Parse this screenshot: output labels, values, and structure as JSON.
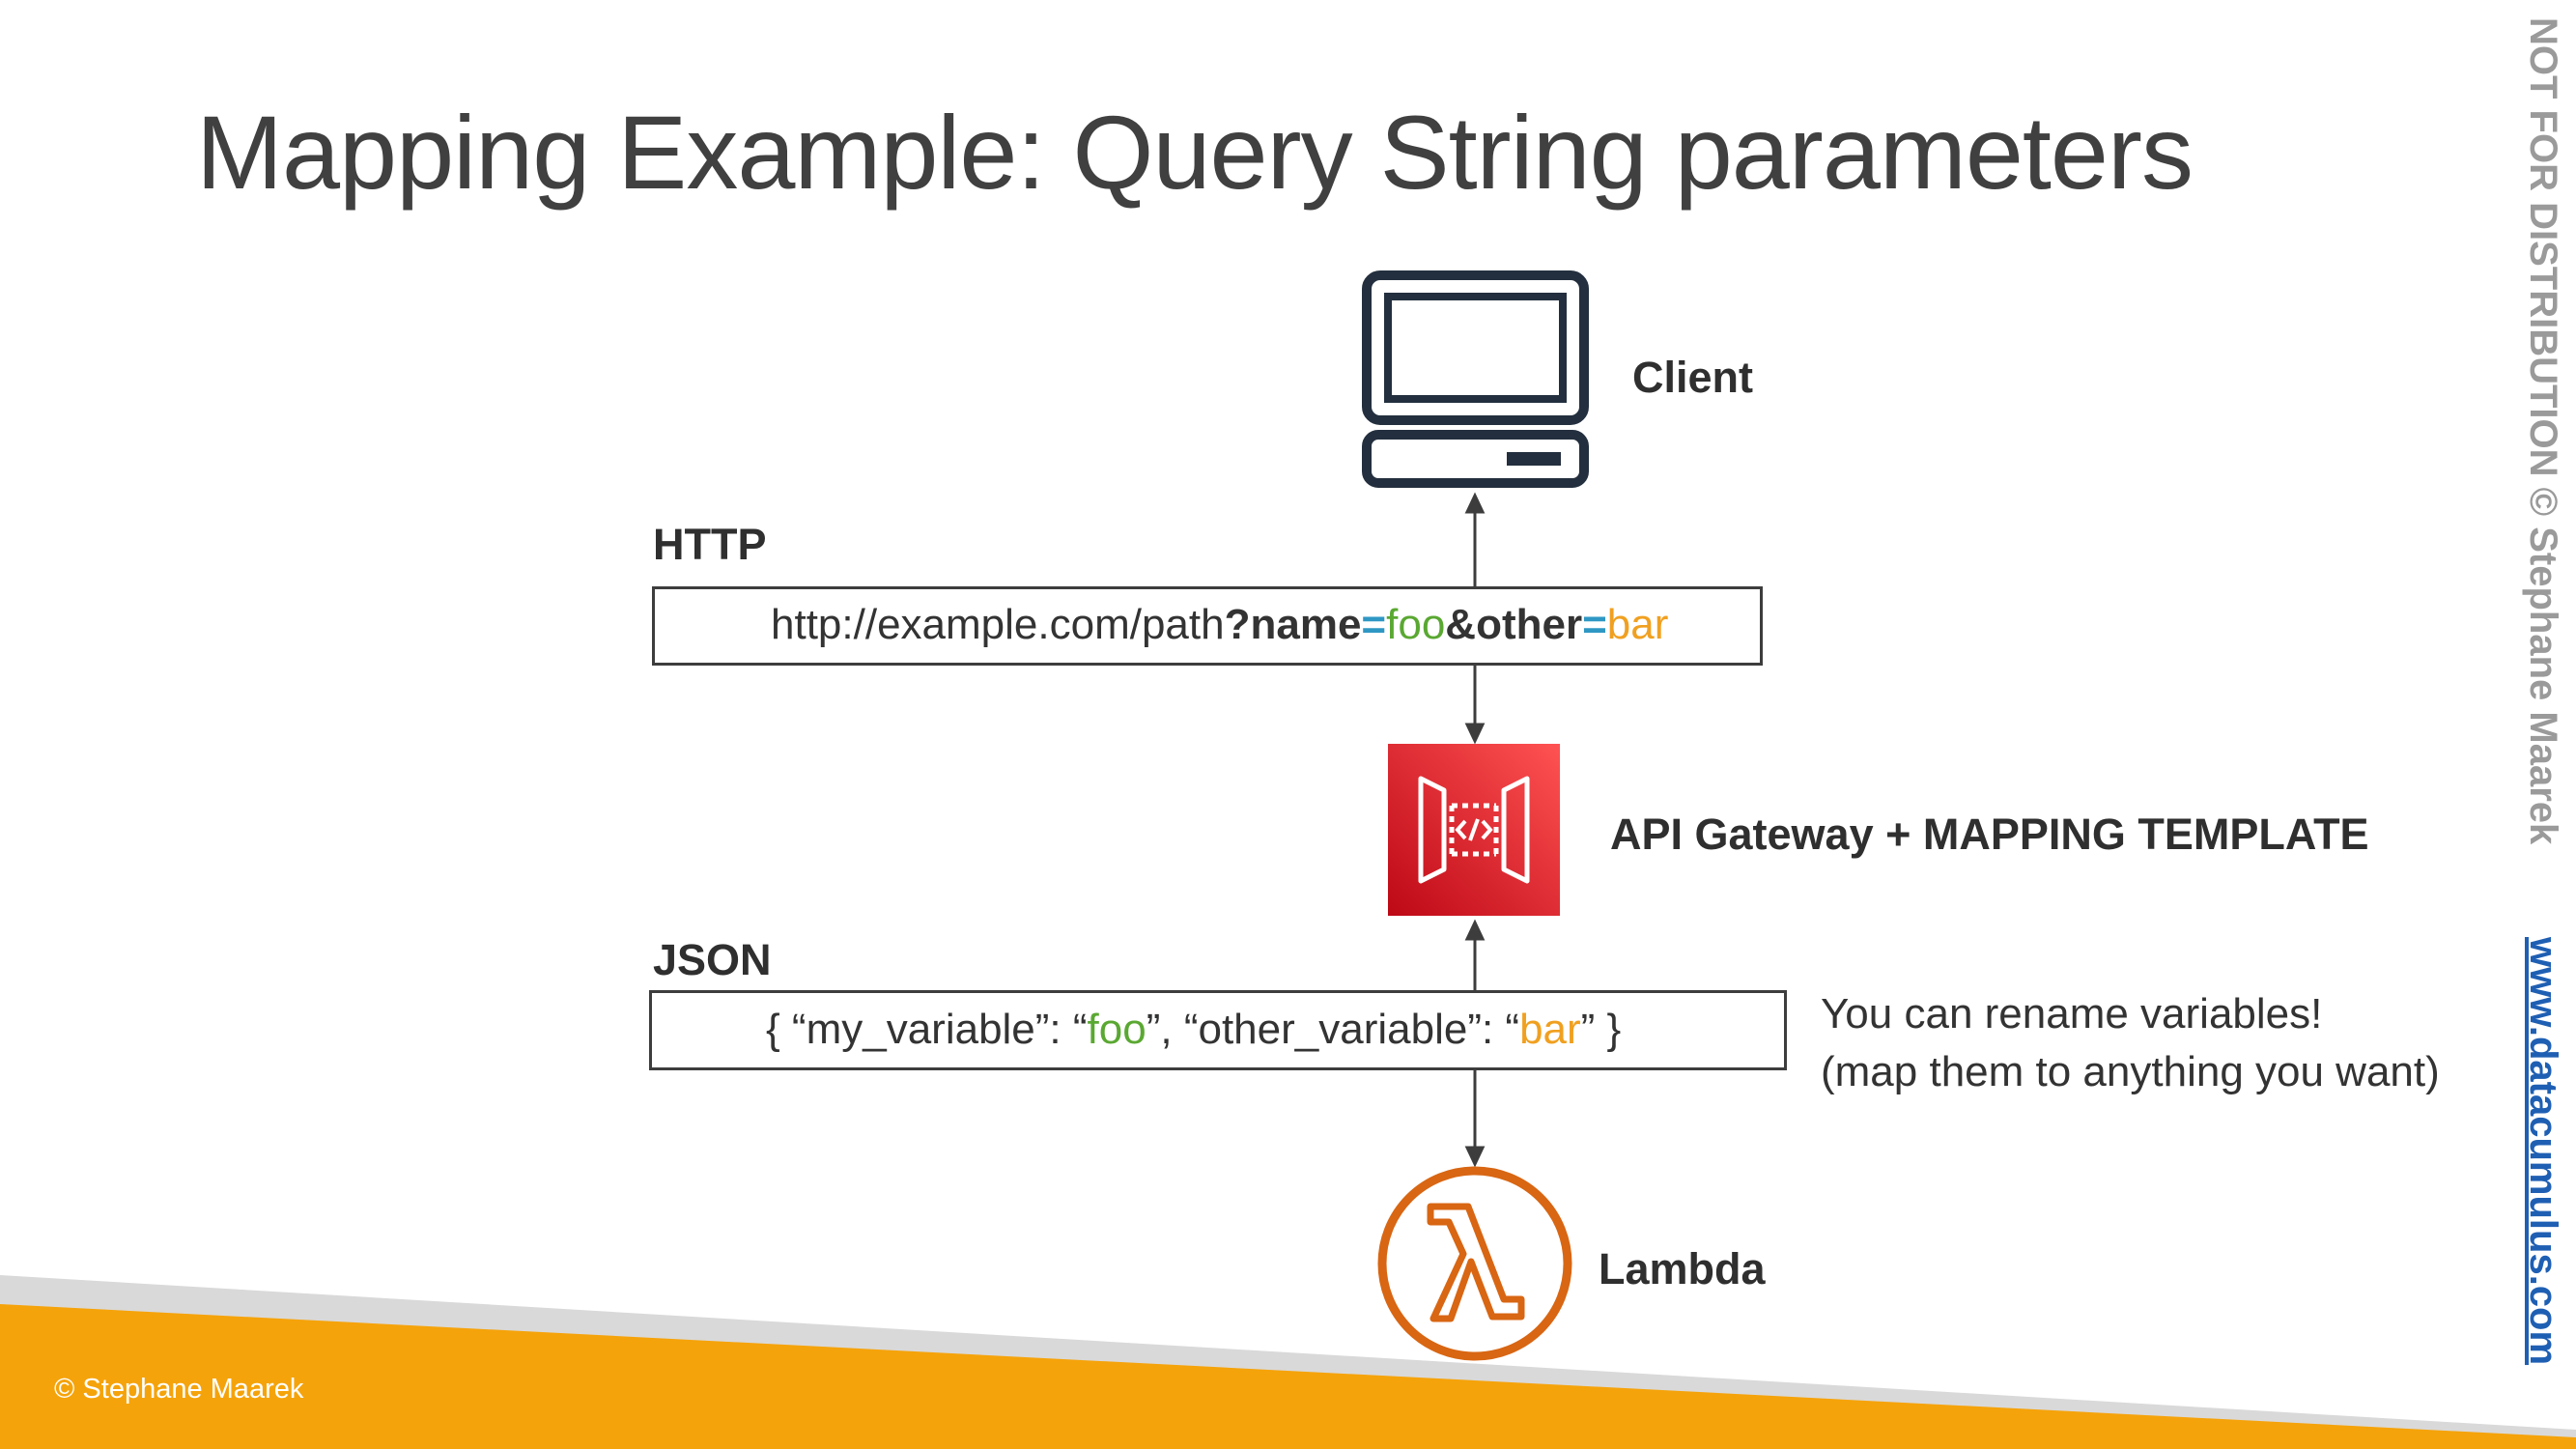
{
  "slide": {
    "title": "Mapping Example: Query String parameters",
    "footer": "© Stephane Maarek",
    "side_watermark": "NOT FOR DISTRIBUTION © Stephane Maarek",
    "side_link": "www.datacumulus.com"
  },
  "diagram": {
    "client_label": "Client",
    "http_label": "HTTP",
    "url": {
      "base": "http://example.com/path",
      "q": "?name",
      "eq1": "=",
      "val1": "foo",
      "amp": "&other",
      "eq2": "=",
      "val2": "bar"
    },
    "gateway_label": "API Gateway + MAPPING TEMPLATE",
    "json_label": "JSON",
    "json": {
      "p1": "{ “my_variable”: “",
      "v1": "foo",
      "p2": "”, “other_variable”: “",
      "v2": "bar",
      "p3": "” }"
    },
    "note_line1": "You can rename variables!",
    "note_line2": "(map them to anything you want)",
    "lambda_label": "Lambda"
  },
  "colors": {
    "accent_orange": "#f5a30a",
    "value_green": "#5aa832",
    "value_orange": "#f0a020",
    "equals_blue": "#2e97c4",
    "gateway_red": "#d6232c",
    "lambda_orange": "#d86613",
    "link_blue": "#1f5fb3"
  },
  "icons": [
    "computer-icon",
    "api-gateway-icon",
    "lambda-icon"
  ]
}
